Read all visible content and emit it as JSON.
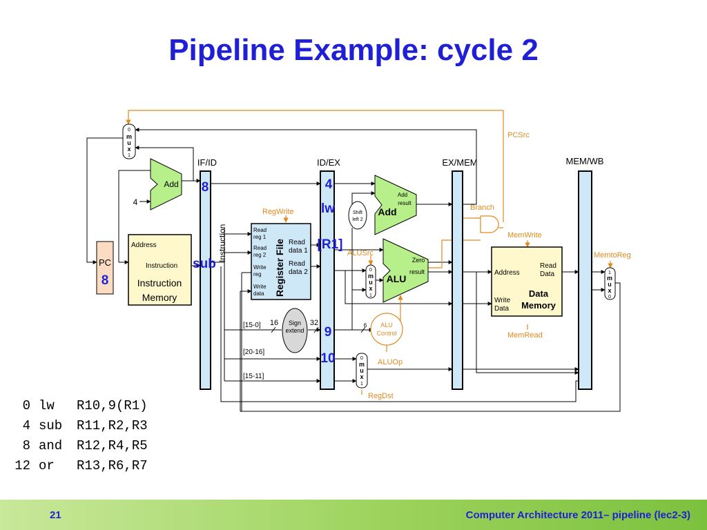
{
  "slide": {
    "title": "Pipeline Example: cycle 2",
    "page_number": "21",
    "footer": "Computer Architecture 2011– pipeline (lec2-3)"
  },
  "diagram": {
    "stage_registers": {
      "if_id": "IF/ID",
      "id_ex": "ID/EX",
      "ex_mem": "EX/MEM",
      "mem_wb": "MEM/WB"
    },
    "pc": {
      "label": "PC",
      "value": "8"
    },
    "instruction_memory": {
      "address": "Address",
      "instruction": "Instruction",
      "title_line1": "Instruction",
      "title_line2": "Memory"
    },
    "adder_if": {
      "label": "Add",
      "const": "4"
    },
    "register_file": {
      "title": "Register File",
      "read_reg1": [
        "Read",
        "reg 1"
      ],
      "read_reg2": [
        "Read",
        "reg 2"
      ],
      "write_reg": [
        "Write",
        "reg"
      ],
      "write_data": [
        "Write",
        "data"
      ],
      "read_data1": [
        "Read",
        "data 1"
      ],
      "read_data2": [
        "Read",
        "data 2"
      ]
    },
    "instruction_bus_label": "Instruction",
    "sign_extend": [
      "Sign",
      "extend"
    ],
    "shift_left": [
      "Shift",
      "left 2"
    ],
    "adder_ex": {
      "label": "Add",
      "result": [
        "Add",
        "result"
      ]
    },
    "alu": {
      "label": "ALU",
      "zero": "Zero",
      "result": "result"
    },
    "alu_control": [
      "ALU",
      "Control"
    ],
    "data_memory": {
      "address": "Address",
      "read_data": [
        "Read",
        "Data"
      ],
      "write_data": [
        "Write",
        "Data"
      ],
      "title": [
        "Data",
        "Memory"
      ]
    },
    "mux_letters": [
      "m",
      "u",
      "x"
    ],
    "control_signals": {
      "pcsrc": "PCSrc",
      "regwrite": "RegWrite",
      "branch": "Branch",
      "memwrite": "MemWrite",
      "memtoreg": "MemtoReg",
      "alusrc": "ALUSrc",
      "aluop": "ALUOp",
      "memread": "MemRead",
      "regdst": "RegDst"
    },
    "bit_fields": {
      "f15_0": "[15-0]",
      "f20_16": "[20-16]",
      "f15_11": "[15-11]",
      "w16": "16",
      "w32": "32",
      "w6": "6"
    },
    "pipeline_values": {
      "if_id_pc": "8",
      "if_id_instr": "sub",
      "id_ex_pc": "4",
      "id_ex_instr": "lw",
      "id_ex_reg": "[R1]",
      "id_ex_imm": "9",
      "id_ex_rt": "10"
    },
    "colors": {
      "value_blue": "#1f1fd6",
      "control_orange": "#e08a1e",
      "unit_green": "#b7ef8a",
      "reg_blue": "#cfe8f8",
      "pc_fill": "#fbdcc2"
    }
  },
  "code": [
    {
      "addr": "0",
      "op": "lw",
      "args": "R10,9(R1)"
    },
    {
      "addr": "4",
      "op": "sub",
      "args": "R11,R2,R3"
    },
    {
      "addr": "8",
      "op": "and",
      "args": "R12,R4,R5"
    },
    {
      "addr": "12",
      "op": "or",
      "args": "R13,R6,R7"
    }
  ]
}
